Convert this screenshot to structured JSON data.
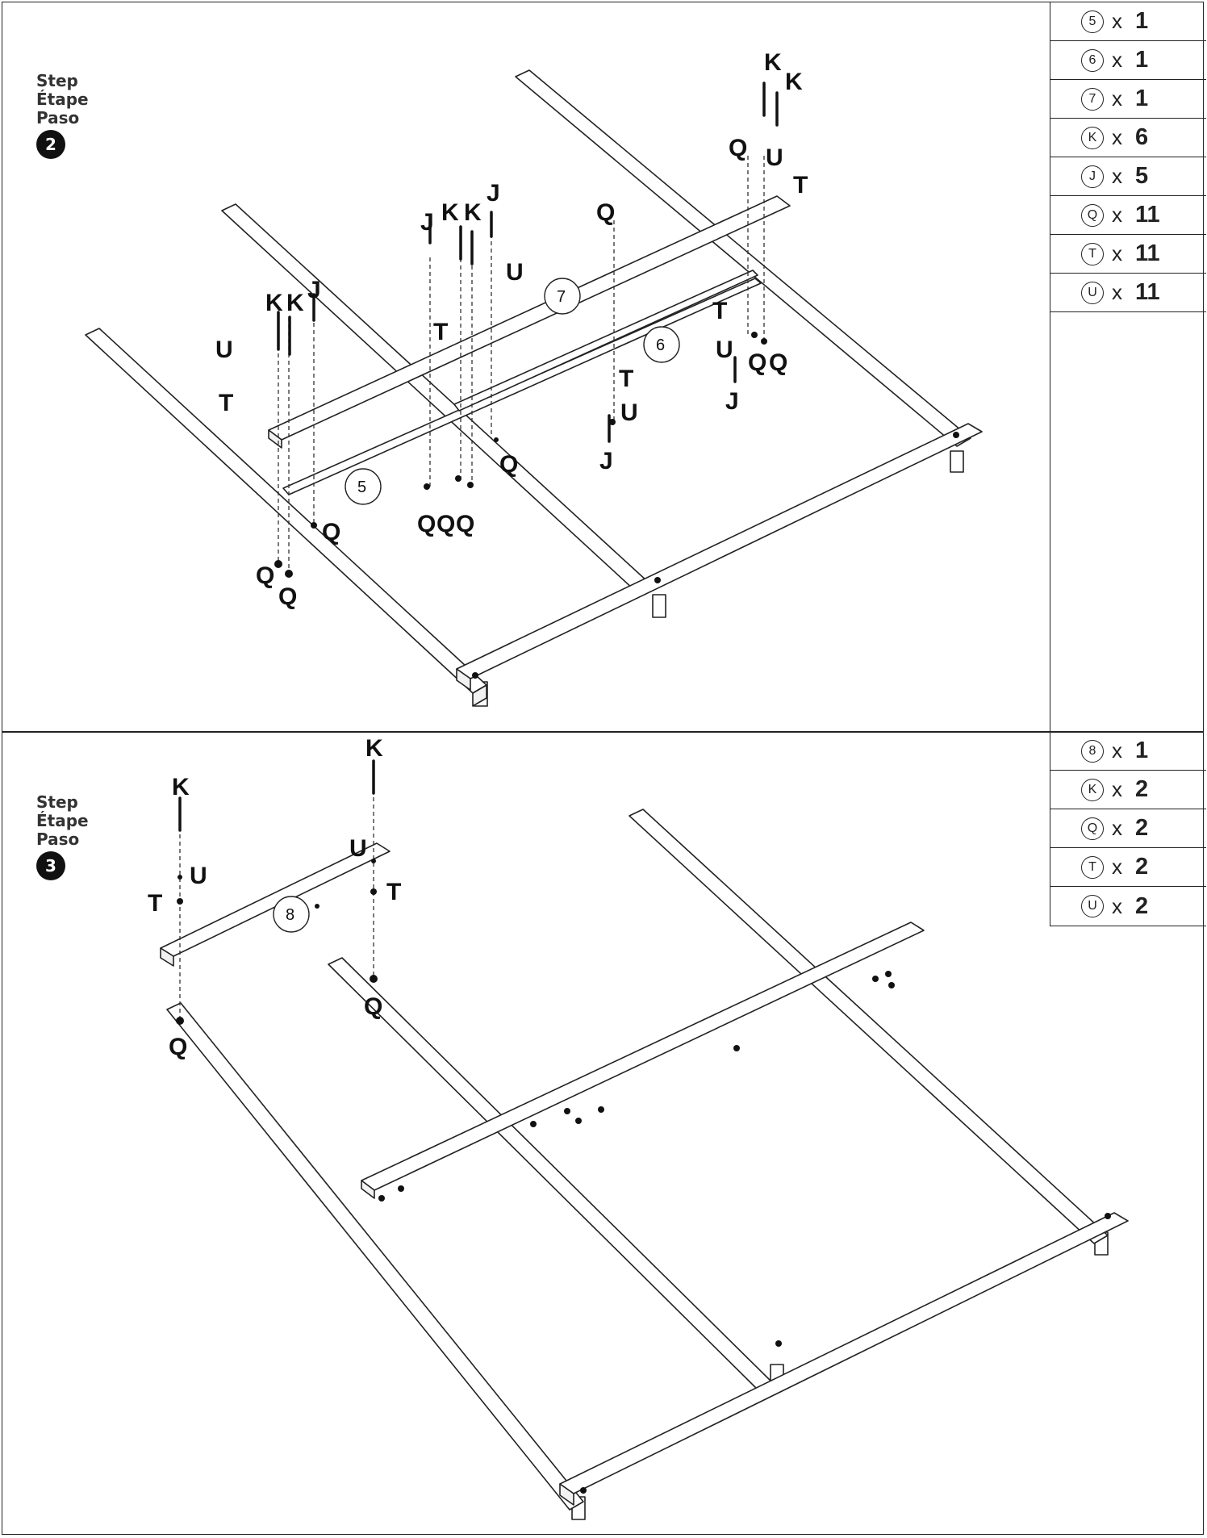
{
  "steps": [
    {
      "label": [
        "Step",
        "Étape",
        "Paso"
      ],
      "number": "2",
      "parts": [
        {
          "id": "5",
          "qty": "1"
        },
        {
          "id": "6",
          "qty": "1"
        },
        {
          "id": "7",
          "qty": "1"
        },
        {
          "id": "K",
          "qty": "6"
        },
        {
          "id": "J",
          "qty": "5"
        },
        {
          "id": "Q",
          "qty": "11"
        },
        {
          "id": "T",
          "qty": "11"
        },
        {
          "id": "U",
          "qty": "11"
        }
      ],
      "callouts": [
        "5",
        "6",
        "7"
      ]
    },
    {
      "label": [
        "Step",
        "Étape",
        "Paso"
      ],
      "number": "3",
      "parts": [
        {
          "id": "8",
          "qty": "1"
        },
        {
          "id": "K",
          "qty": "2"
        },
        {
          "id": "Q",
          "qty": "2"
        },
        {
          "id": "T",
          "qty": "2"
        },
        {
          "id": "U",
          "qty": "2"
        }
      ],
      "callouts": [
        "8"
      ]
    }
  ],
  "multiplier": "x",
  "hardware": {
    "K": "K",
    "J": "J",
    "Q": "Q",
    "T": "T",
    "U": "U"
  }
}
